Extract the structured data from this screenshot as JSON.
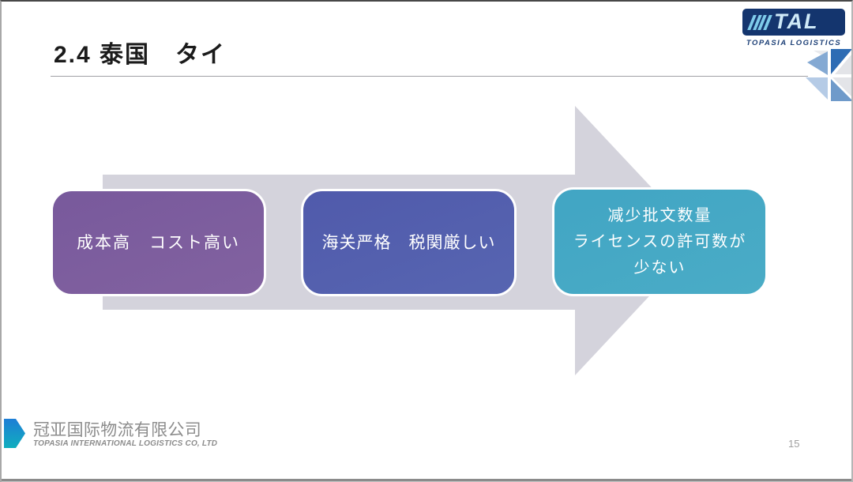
{
  "slide": {
    "title": "2.4 泰国　タイ"
  },
  "header_logo": {
    "name": "TAL",
    "tagline": "TOPASIA LOGISTICS",
    "box_color": "#14356e",
    "letter_color": "#cfeaf8",
    "slash_color": "#7ecbea"
  },
  "diagram": {
    "type": "process-arrow",
    "arrow_color": "#d4d3dc",
    "boxes": [
      {
        "id": "cost",
        "color_top": "#78599c",
        "color_bottom": "#8262a0",
        "lines": [
          "成本高　コスト高い"
        ]
      },
      {
        "id": "customs",
        "color_top": "#505aab",
        "color_bottom": "#5765b1",
        "lines": [
          "海关严格　税関厳しい"
        ]
      },
      {
        "id": "license",
        "color_top": "#41a5c4",
        "color_bottom": "#4aacc6",
        "lines": [
          "减少批文数量",
          "ライセンスの許可数が",
          "少ない"
        ]
      }
    ]
  },
  "footer": {
    "company_cn": "冠亚国际物流有限公司",
    "company_en": "TOPASIA INTERNATIONAL LOGISTICS CO, LTD",
    "page_number": "15"
  }
}
